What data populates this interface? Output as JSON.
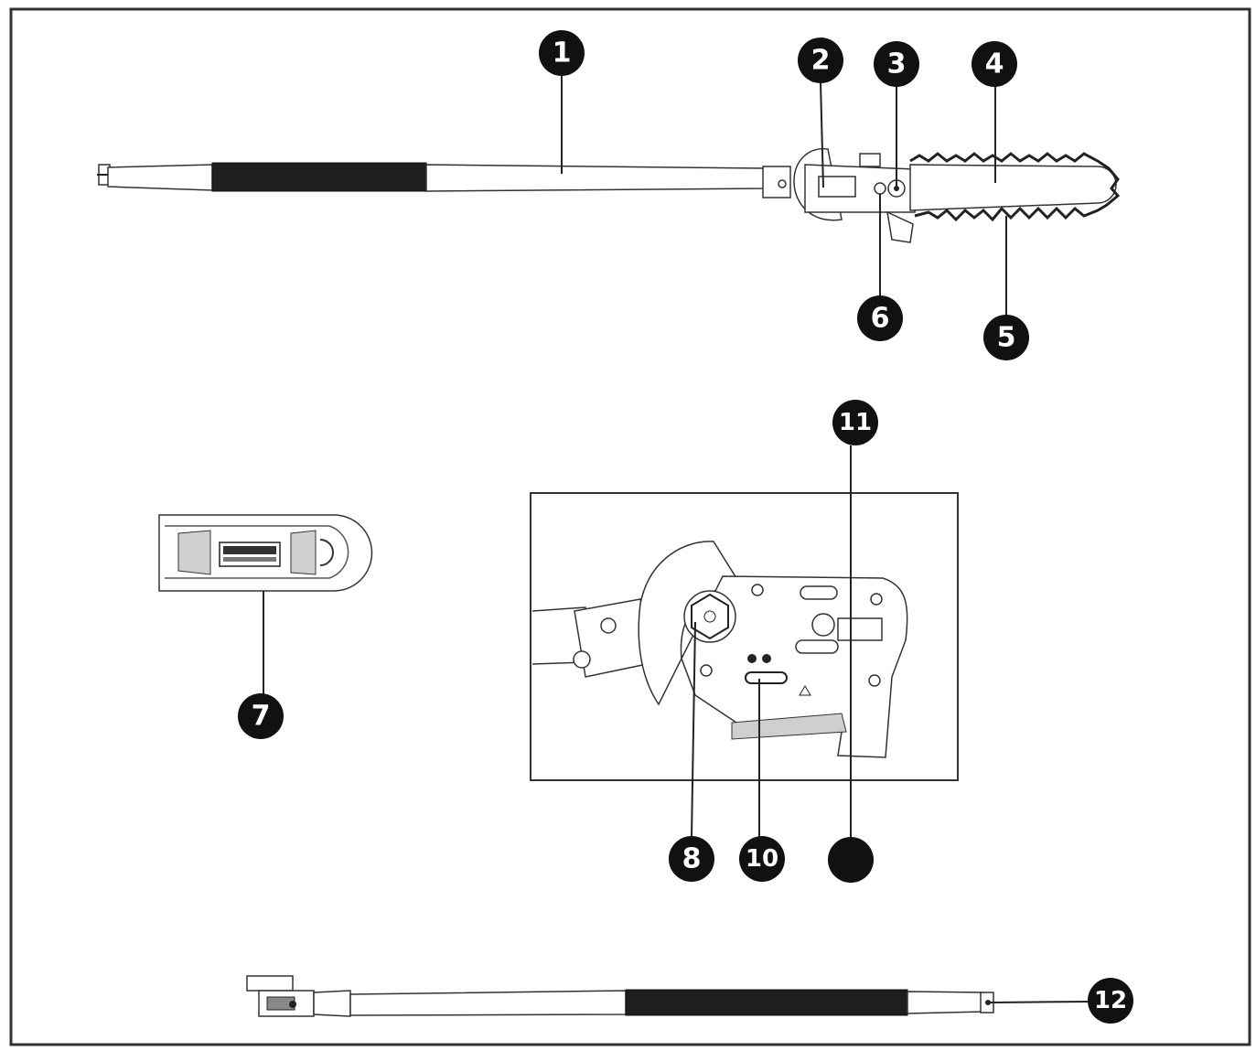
{
  "callouts": {
    "c1": "1",
    "c2": "2",
    "c3": "3",
    "c4": "4",
    "c5": "5",
    "c6": "6",
    "c7": "7",
    "c8": "8",
    "c10": "10",
    "c11": "11",
    "c12": "12",
    "c9": ""
  },
  "colors": {
    "ink": "#111111",
    "grip": "#1e1e1e",
    "frame": "#333333"
  }
}
